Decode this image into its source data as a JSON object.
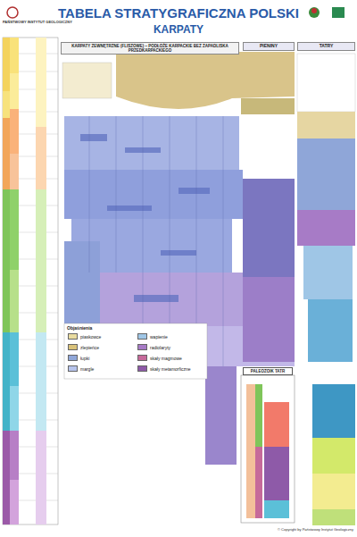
{
  "diagram": {
    "title": "TABELA STRATYGRAFICZNA POLSKI",
    "nodes": [
      {
        "text": [
          "KARPATY ZEWNĘTRZNE (FLISZOWE) – PODŁOŻE KARPACKIE BEZ ZAPADLISKA PRZEDKARPACKIEGO"
        ]
      },
      {
        "text": [
          "PIENINY"
        ]
      },
      {
        "text": [
          "TATRY"
        ]
      },
      {
        "text": [
          "PALEOZOIK TATR"
        ]
      }
    ],
    "labels": [
      "KARPATY",
      "PAŃSTWOWY INSTYTUT GEOLOGICZNY",
      "Objaśnienia",
      "© Copyright by Państwowy Instytut Geologiczny"
    ],
    "legend": [
      {
        "text": "piaskowce",
        "color": "#e9dca0"
      },
      {
        "text": "zlepieńce",
        "color": "#d9c27a"
      },
      {
        "text": "łupki",
        "color": "#8fa6d8"
      },
      {
        "text": "margle",
        "color": "#b7c4ec"
      },
      {
        "text": "wapienie",
        "color": "#9fc6e6"
      },
      {
        "text": "radiolaryty",
        "color": "#a77bc6"
      },
      {
        "text": "skały magmowe",
        "color": "#c66a9a"
      },
      {
        "text": "skały metamorficzne",
        "color": "#8e5aa8"
      }
    ]
  }
}
